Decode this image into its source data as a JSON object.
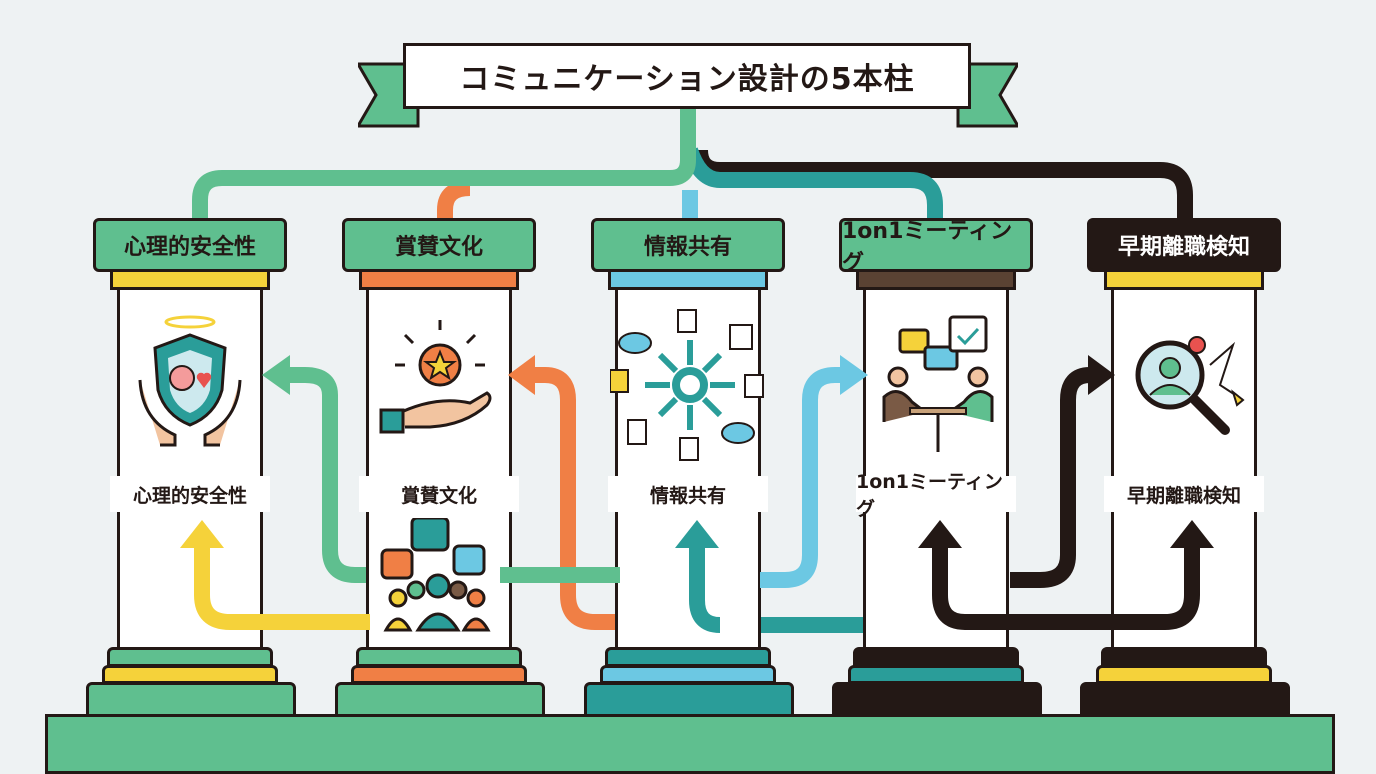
{
  "title": "コミュニケーション設計の5本柱",
  "pillars": [
    {
      "name": "心理的安全性",
      "accent": "#f5d23a",
      "icon": "shield-brain-icon"
    },
    {
      "name": "賞賛文化",
      "accent": "#f07f45",
      "icon": "star-hand-icon"
    },
    {
      "name": "情報共有",
      "accent": "#6cc8e3",
      "icon": "network-share-icon"
    },
    {
      "name": "1on1ミーティング",
      "accent": "#5a4233",
      "icon": "meeting-icon"
    },
    {
      "name": "早期離職検知",
      "accent": "#f5d23a",
      "icon": "magnifier-person-icon"
    }
  ],
  "colors": {
    "green": "#5fbf8f",
    "teal": "#2a9d99",
    "dark": "#231815",
    "background": "#eef2f3"
  }
}
